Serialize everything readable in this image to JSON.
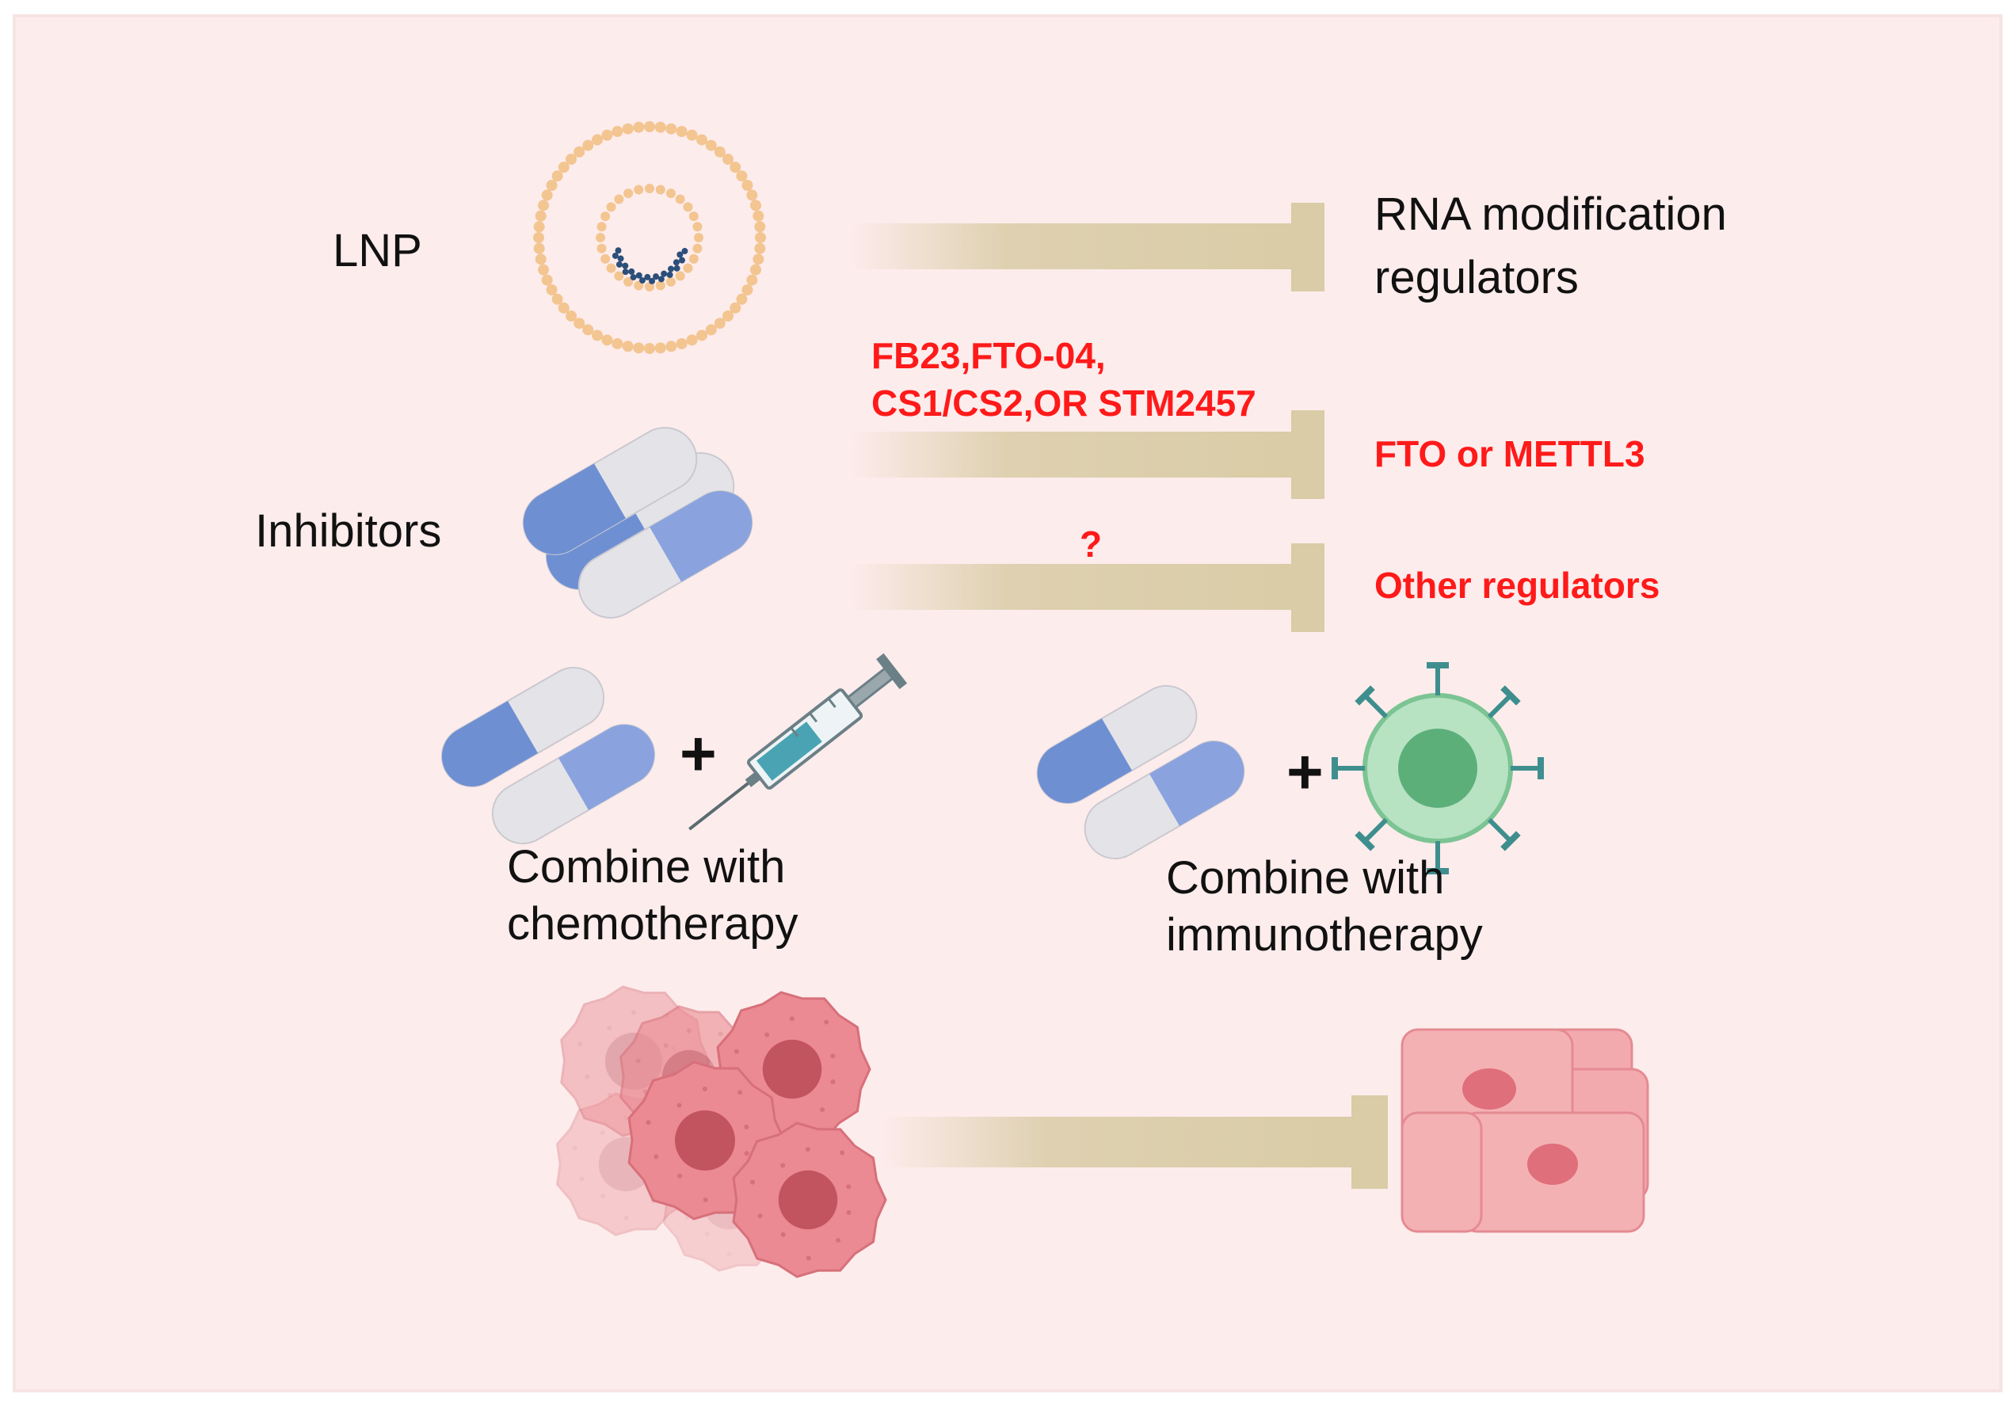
{
  "labels": {
    "lnp": "LNP",
    "inhibitors": "Inhibitors",
    "rna_regulators": [
      "RNA modification",
      "regulators"
    ],
    "inhibitor_names": [
      "FB23,FTO-04,",
      "CS1/CS2,OR STM2457"
    ],
    "fto_mettl3": "FTO or  METTL3",
    "question": "?",
    "other_regulators": "Other regulators",
    "plus": "+",
    "combine_chemo": [
      "Combine with",
      "chemotherapy"
    ],
    "combine_immuno": [
      "Combine with",
      "immunotherapy"
    ]
  },
  "colors": {
    "background": "#fdecec",
    "panel_border": "#f4e0e0",
    "inhibition_bar": "#d9cca6",
    "label_red": "#ff1a1a",
    "capsule_blue": "#6f8fd3",
    "capsule_grey": "#e3e3e6",
    "lnp_dot": "#f3c591",
    "immune_cell": "#9fd6ae",
    "tumor_cell": "#e8838b",
    "normal_cell": "#f0a4a8"
  },
  "icons": [
    "lnp-icon",
    "capsule-icon",
    "syringe-icon",
    "immune-cell-icon",
    "tumor-cells-icon",
    "normal-cells-icon",
    "inhibition-arrow-icon"
  ]
}
